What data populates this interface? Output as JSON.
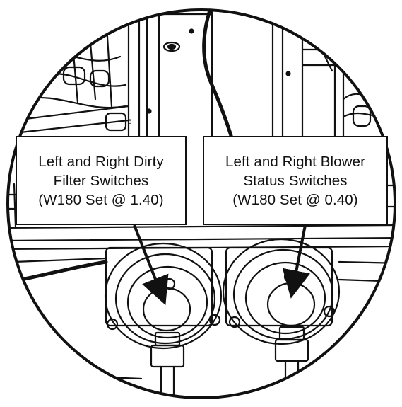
{
  "colors": {
    "ink": "#111111",
    "paper": "#ffffff",
    "label_fill": "#ffffff"
  },
  "callouts": {
    "left": {
      "line1": "Left and Right Dirty",
      "line2": "Filter Switches",
      "line3": "(W180 Set @ 1.40)"
    },
    "right": {
      "line1": "Left and Right Blower",
      "line2": "Status Switches",
      "line3": "(W180 Set @ 0.40)"
    }
  }
}
